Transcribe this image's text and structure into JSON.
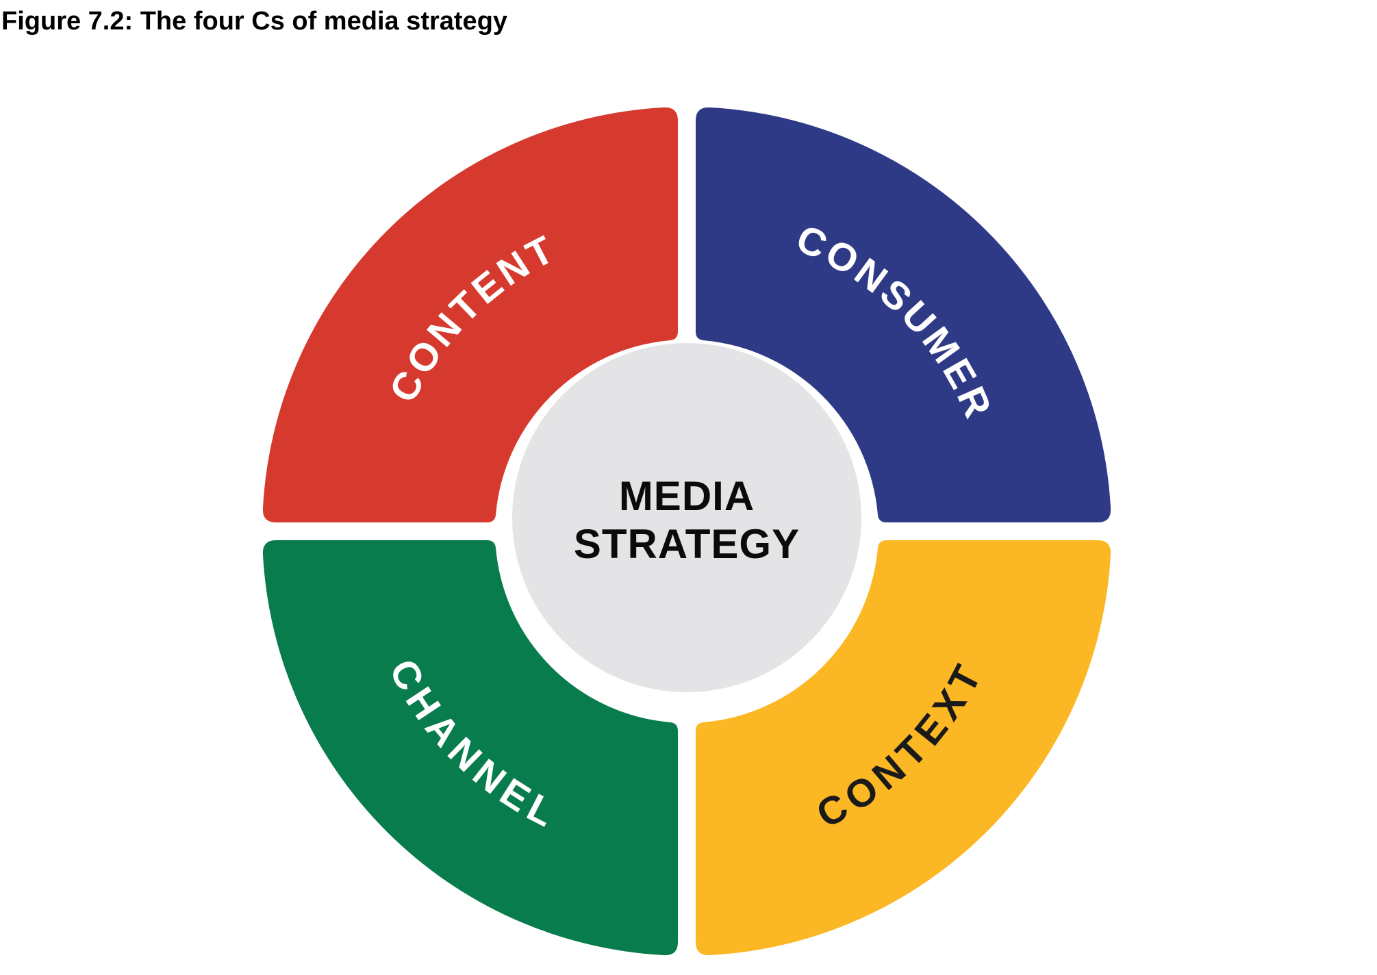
{
  "figure_title": "Figure 7.2: The four Cs of media strategy",
  "center": {
    "line1": "MEDIA",
    "line2": "STRATEGY",
    "circle_color": "#E4E4E6",
    "text_color": "#0B0B0B"
  },
  "segments": [
    {
      "id": "content",
      "label": "CONTENT",
      "position": "top-left",
      "color": "#D6392E",
      "label_color": "#FFFFFF"
    },
    {
      "id": "consumer",
      "label": "CONSUMER",
      "position": "top-right",
      "color": "#2F3A86",
      "label_color": "#FFFFFF"
    },
    {
      "id": "channel",
      "label": "CHANNEL",
      "position": "bottom-left",
      "color": "#097C4D",
      "label_color": "#FFFFFF"
    },
    {
      "id": "context",
      "label": "CONTEXT",
      "position": "bottom-right",
      "color": "#FCB725",
      "label_color": "#1A1A1A"
    }
  ]
}
